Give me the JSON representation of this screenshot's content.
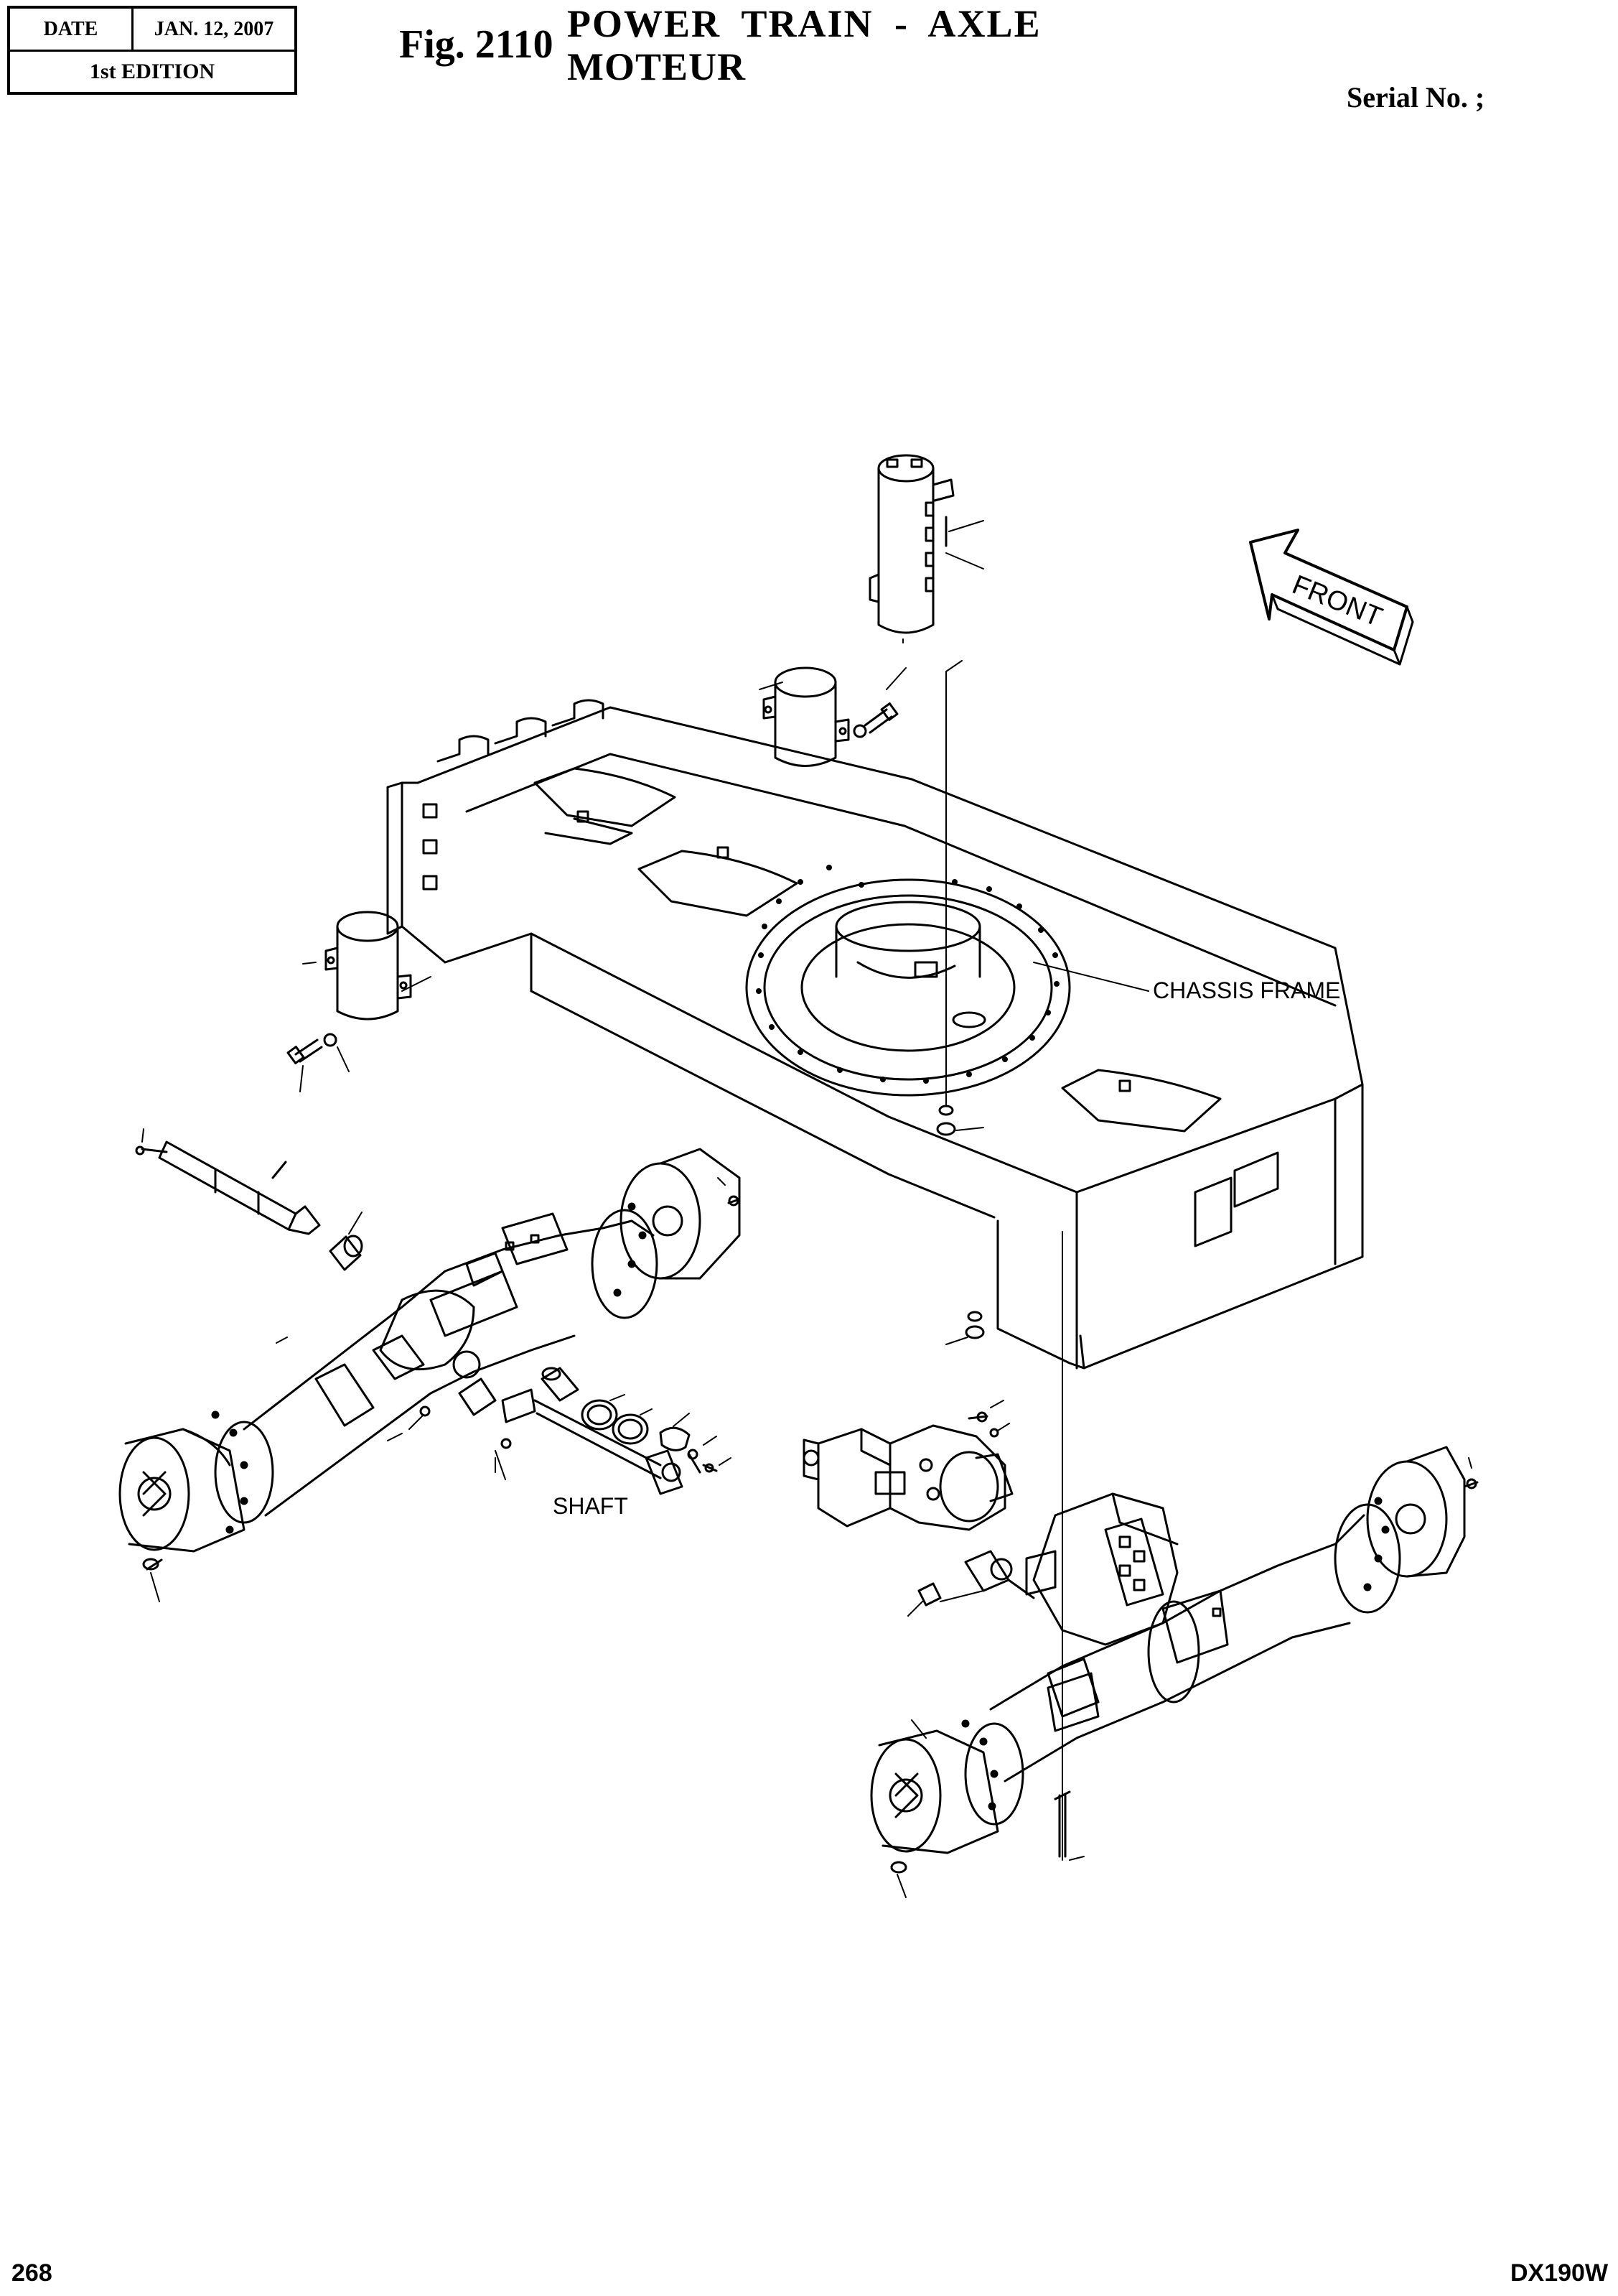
{
  "header": {
    "date_label": "DATE",
    "date_value": "JAN. 12, 2007",
    "edition": "1st EDITION",
    "figure_number": "Fig. 2110",
    "title_line1": "POWER TRAIN - AXLE",
    "title_line2": "MOTEUR",
    "serial_label": "Serial No. ;"
  },
  "drawing": {
    "front_arrow_label": "FRONT",
    "chassis_label": "CHASSIS FRAME",
    "shaft_label": "SHAFT"
  },
  "footer": {
    "page_number": "268",
    "model": "DX190W"
  }
}
